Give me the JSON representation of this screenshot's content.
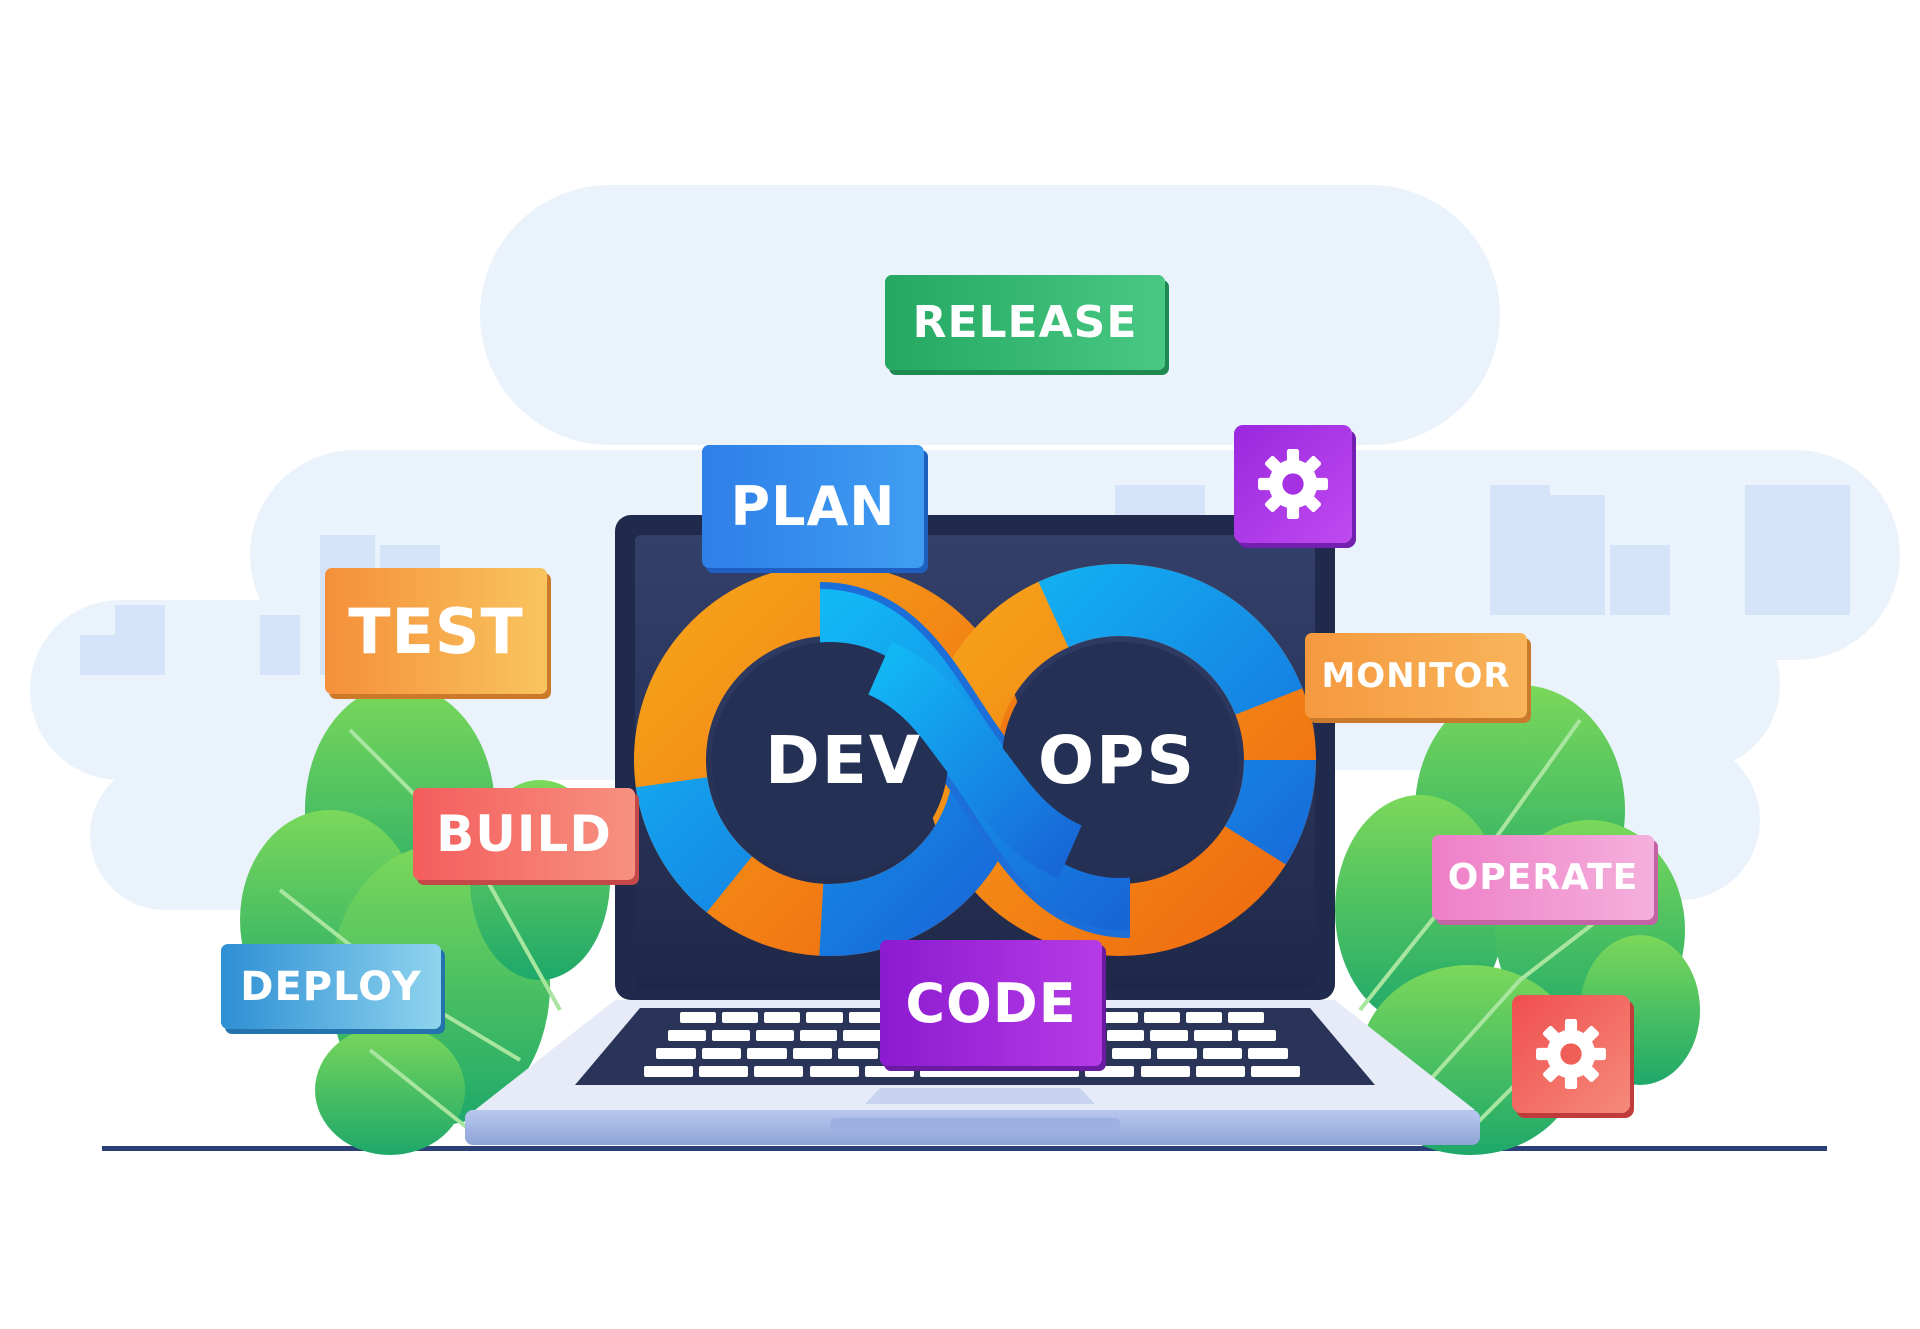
{
  "scene": {
    "hub": {
      "left_label": "DEV",
      "right_label": "OPS"
    },
    "tags": {
      "release": "RELEASE",
      "plan": "PLAN",
      "test": "TEST",
      "build": "BUILD",
      "deploy": "DEPLOY",
      "code": "CODE",
      "monitor": "MONITOR",
      "operate": "OPERATE"
    },
    "icons": [
      "gear-icon",
      "gear-icon",
      "infinity-loop-icon",
      "laptop-icon",
      "leaf-icon"
    ],
    "colors": {
      "release": "#2fb16b",
      "plan": "#2f7fe8",
      "test": "#f7a648",
      "build": "#f06a6a",
      "deploy": "#3a9fd8",
      "code": "#9b1fd6",
      "monitor": "#f7a54a",
      "operate": "#ee8fd0",
      "gear_purple": "#a12fe0",
      "gear_red": "#f05a55",
      "infinity_orange": "#f58a12",
      "infinity_blue": "#1e8ff0",
      "screen": "#273257"
    }
  }
}
